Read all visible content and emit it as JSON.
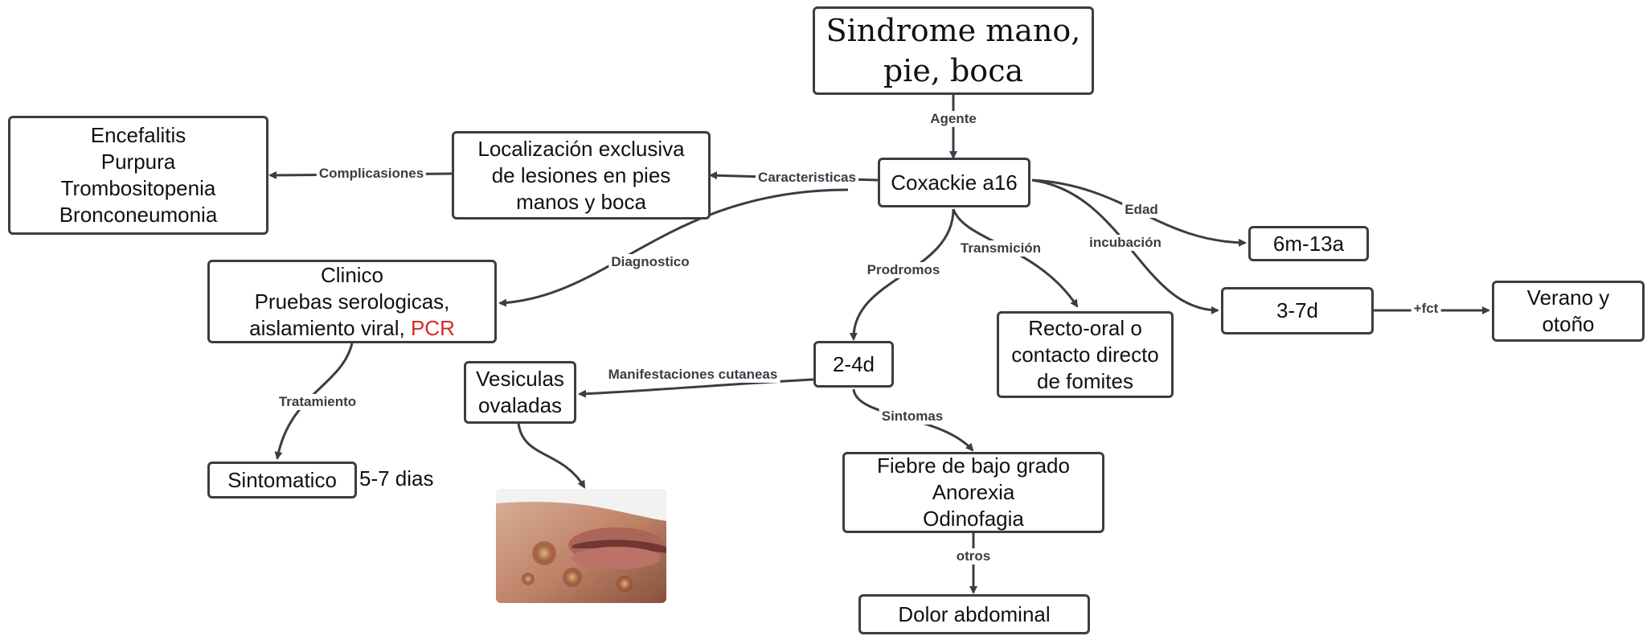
{
  "nodes": {
    "title": [
      "Sindrome mano,",
      "pie, boca"
    ],
    "agent": "Coxackie a16",
    "features": [
      "Localización exclusiva",
      "de lesiones en pies",
      "manos y boca"
    ],
    "complications": [
      "Encefalitis",
      "Purpura",
      "Trombositopenia",
      "Bronconeumonia"
    ],
    "diagnosis": [
      "Clinico",
      "Pruebas serologicas,",
      "aislamiento viral, ",
      "PCR"
    ],
    "treatment": "Sintomatico",
    "treatment_note": "5-7 dias",
    "prodrome": "2-4d",
    "lesions": [
      "Vesiculas",
      "ovaladas"
    ],
    "symptoms": [
      "Fiebre de bajo grado",
      "Anorexia",
      "Odinofagia"
    ],
    "other": "Dolor abdominal",
    "transmission": [
      "Recto-oral o",
      "contacto directo",
      "de fomites"
    ],
    "age": "6m-13a",
    "incubation": "3-7d",
    "season": [
      "Verano y",
      "otoño"
    ]
  },
  "edges": {
    "agente": "Agente",
    "caracteristicas": "Caracteristicas",
    "complicaciones": "Complicasiones",
    "diagnostico": "Diagnostico",
    "tratamiento": "Tratamiento",
    "prodromos": "Prodromos",
    "transmision": "Transmición",
    "manifestaciones": "Manifestaciones cutaneas",
    "sintomas": "Sintomas",
    "otros": "otros",
    "edad": "Edad",
    "incubacion": "incubación",
    "fct": "+fct"
  },
  "colors": {
    "stroke": "#3a3d44",
    "highlight": "#d62828"
  }
}
